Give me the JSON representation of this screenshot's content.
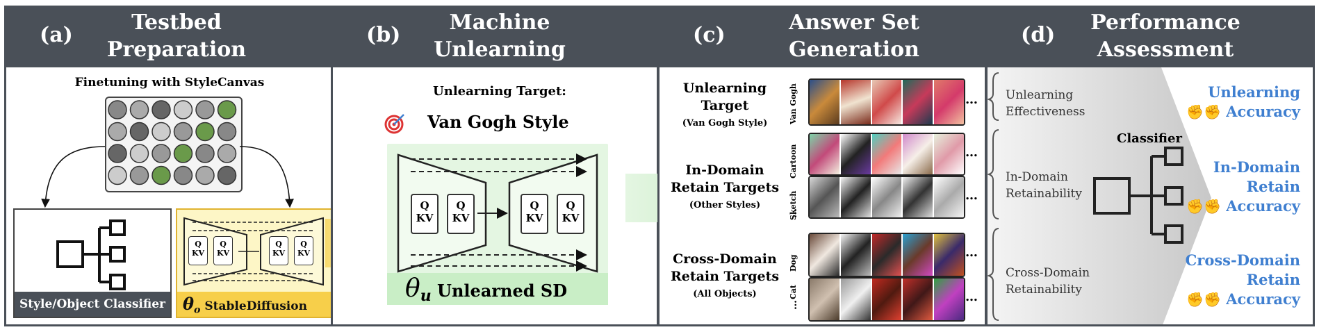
{
  "panels": [
    {
      "letter": "(a)",
      "title_line1": "Testbed",
      "title_line2": "Preparation"
    },
    {
      "letter": "(b)",
      "title_line1": "Machine",
      "title_line2": "Unlearning"
    },
    {
      "letter": "(c)",
      "title_line1": "Answer Set",
      "title_line2": "Generation"
    },
    {
      "letter": "(d)",
      "title_line1": "Performance",
      "title_line2": "Assessment"
    }
  ],
  "panel_a": {
    "finetune_label": "Finetuning with StyleCanvas",
    "classifier_label": "Style/Object Classifier",
    "sd_theta": "θ",
    "sd_theta_sub": "o",
    "sd_label": "StableDiffusion",
    "qkv_q": "Q",
    "qkv_kv": "KV"
  },
  "panel_b": {
    "target_label": "Unlearning Target:",
    "target_name": "Van Gogh Style",
    "unlearned_theta": "θ",
    "unlearned_sub": "u",
    "unlearned_label": "Unlearned SD",
    "qkv_q": "Q",
    "qkv_kv": "KV"
  },
  "panel_c": {
    "groups": [
      {
        "line1": "Unlearning",
        "line2": "Target",
        "line3": "(Van Gogh Style)"
      },
      {
        "line1": "In-Domain",
        "line2": "Retain Targets",
        "line3": "(Other Styles)"
      },
      {
        "line1": "Cross-Domain",
        "line2": "Retain Targets",
        "line3": "(All Objects)"
      }
    ],
    "row_labels": [
      "Van Gogh",
      "Cartoon",
      "Sketch",
      "Dog",
      "Cat"
    ],
    "ellipsis": "…",
    "vdots": "…"
  },
  "panel_d": {
    "classifier_label": "Classifier",
    "metrics": [
      {
        "line1": "Unlearning",
        "line2": "Effectiveness",
        "acc1": "Unlearning",
        "acc2": "",
        "acc3": "Accuracy"
      },
      {
        "line1": "In-Domain",
        "line2": "Retainability",
        "acc1": "In-Domain",
        "acc2": "Retain",
        "acc3": "Accuracy"
      },
      {
        "line1": "Cross-Domain",
        "line2": "Retainability",
        "acc1": "Cross-Domain",
        "acc2": "Retain",
        "acc3": "Accuracy"
      }
    ]
  },
  "colors": {
    "header": "#4a5058",
    "accent": "#3f7fd0",
    "sd_yellow": "#f7cf4a",
    "unlearned_green": "#c9eec6"
  }
}
